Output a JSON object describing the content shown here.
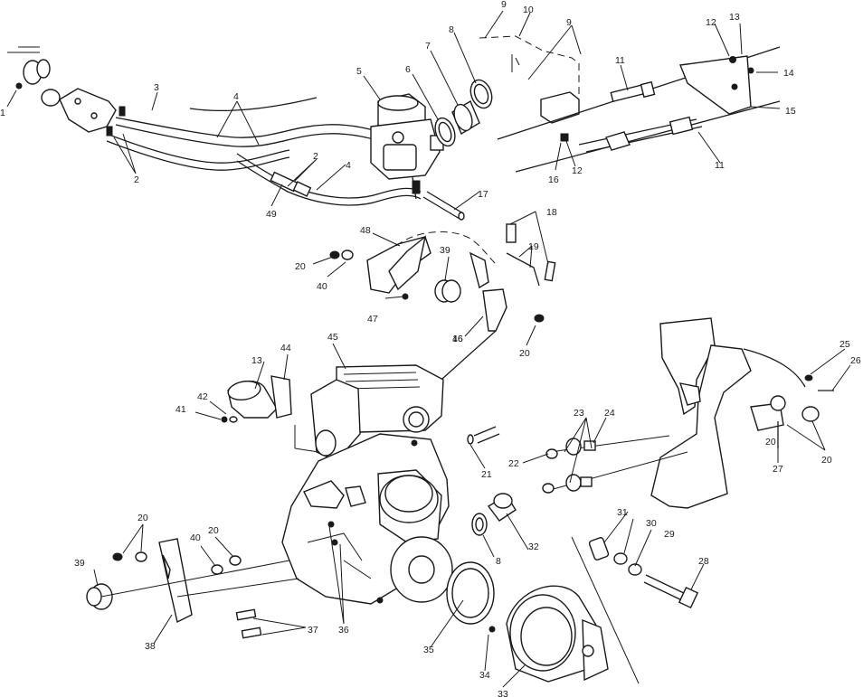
{
  "callouts": {
    "c1": "1",
    "c2a": "2",
    "c2b": "2",
    "c3": "3",
    "c4a": "4",
    "c4b": "4",
    "c5": "5",
    "c6": "6",
    "c7": "7",
    "c8a": "8",
    "c8b": "8",
    "c9a": "9",
    "c9b": "9",
    "c10": "10",
    "c11a": "11",
    "c11b": "11",
    "c12a": "12",
    "c12b": "12",
    "c13a": "13",
    "c13b": "13",
    "c14": "14",
    "c15": "15",
    "c16a": "16",
    "c16b": "16",
    "c17": "17",
    "c18": "18",
    "c19": "19",
    "c20a": "20",
    "c20b": "20",
    "c20c": "20",
    "c20d": "20",
    "c20e": "20",
    "c20f": "20",
    "c21": "21",
    "c22": "22",
    "c23": "23",
    "c24": "24",
    "c25": "25",
    "c26": "26",
    "c27": "27",
    "c28": "28",
    "c29": "29",
    "c30": "30",
    "c31": "31",
    "c32": "32",
    "c33": "33",
    "c34": "34",
    "c35": "35",
    "c36": "36",
    "c37": "37",
    "c38": "38",
    "c39a": "39",
    "c39b": "39",
    "c40a": "40",
    "c40b": "40",
    "c41": "41",
    "c42": "42",
    "c44": "44",
    "c45": "45",
    "c46": "46",
    "c47": "47",
    "c48": "48",
    "c49": "49"
  }
}
